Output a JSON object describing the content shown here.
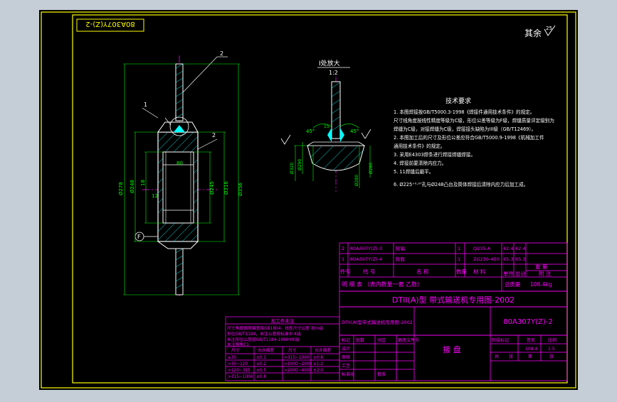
{
  "colors": {
    "viewport_bg": "#c5cdd7",
    "sheet_bg": "#000000",
    "frame": "#ffff00",
    "line": "#ffffff",
    "accent": "#ff00ff",
    "dim": "#00ff00",
    "table": "#ff00ff"
  },
  "sheet": {
    "code_box": "80A307Y(Z)-2",
    "roughness_note": "其余"
  },
  "main_view": {
    "labels": {
      "p1": "1",
      "p2": "2",
      "p2b": "2",
      "i": "I",
      "f": "F",
      "d1": "Ø278",
      "d2": "Ø248",
      "d3": "Ø245",
      "d4": "Ø316",
      "d5": "Ø356",
      "l1": "12",
      "l2": "18",
      "l3": "80"
    }
  },
  "detail": {
    "title": "I处放大",
    "scale": "1:2",
    "dims": {
      "a1": "45°",
      "a2": "45°",
      "a3": "15",
      "h1": "Ø320",
      "h2": "Ø290",
      "h3": "Ø280",
      "h4": "Ø280"
    }
  },
  "tech_req": {
    "title": "技术要求",
    "items": [
      "1. 本图焊接按GB/T5000.3-1998《焊接件通用技术条件》的规定。",
      "   尺寸线角度按线性精度等级为C级，形位公差等级为F级，焊缝质量评定级别为",
      "   焊缝为C级，对接焊缝为C级，焊接接头缺陷为III级（GB/T12469）。",
      "2. 本图加工后的尺寸及形位公差应符合GB/T5000.9-1998《机械加工件",
      "   通用技术条件》的规定。",
      "3. 采用E4303焊条进行焊接焊缝焊接。",
      "4. 焊接前要清除内应力。",
      "5. 11焊缝后磨平。",
      "6. Ø225⁺⁰·⁰⁷孔与Ø248凸台及筒体焊接后清除内应力后加工成。"
    ]
  },
  "parts_table": {
    "rows": [
      [
        "2",
        "80A307Y(Z)-3",
        "轮辐",
        "1",
        "Q235-A",
        "",
        "",
        "42.4",
        "42.4",
        ""
      ],
      [
        "1",
        "80A307Y(Z)-4",
        "轮毂",
        "1",
        "ZG230-450",
        "",
        "",
        "65.3",
        "65.3",
        ""
      ]
    ],
    "header": [
      "件号",
      "代 号",
      "名 称",
      "数量",
      "材 料",
      "单件",
      "总计",
      "",
      "附 注"
    ],
    "weight_label": "重 量",
    "mass_label": "总质量",
    "mass_value": "108.4kg",
    "detail_row": "明  细  表  （表内数量一套  乙数）"
  },
  "title_bar": {
    "main": "DTII(A)型  带式输送机专用图-2002",
    "sub_left": "DTII(A)型带式输送机专用图-2002",
    "sub_right": "80A307Y(Z)-2",
    "part_name": "接    盘",
    "scale_label": "比例",
    "scale_value": "1:5",
    "stage_label": "阶段标记",
    "weight_val": "108.4",
    "sheet_label": "共",
    "sheet2_label": "第",
    "sheet3_label": "张",
    "sheet4_label": "张",
    "sign_cols": [
      "标记",
      "处数",
      "分区",
      "更改文件号",
      "签名",
      "年月日"
    ],
    "sign_rows": [
      "设计",
      "审核",
      "工艺",
      "标准化",
      "批准"
    ]
  },
  "machining_table": {
    "title": "加工件未注",
    "lines": [
      "尺寸角度极限偏差按GB1804，线性尺寸公差 按m级",
      "形位GB/T1184，未注公差按标准中 K级",
      "未注形位公差按GB/T1184-1996中K级",
      "未注倒角C1"
    ],
    "header": [
      "尺寸",
      "允许偏差",
      "尺寸",
      "允许偏差"
    ],
    "rows": [
      [
        "≤30",
        "±0.1",
        ">315~1000",
        "±0.8"
      ],
      [
        ">30~120",
        "±0.2",
        ">1000~2000",
        "±1.2"
      ],
      [
        ">120~315",
        "±0.5",
        ">2000~4000",
        "±2.0"
      ],
      [
        ">315~1000",
        "±0.8",
        "",
        ""
      ]
    ]
  }
}
